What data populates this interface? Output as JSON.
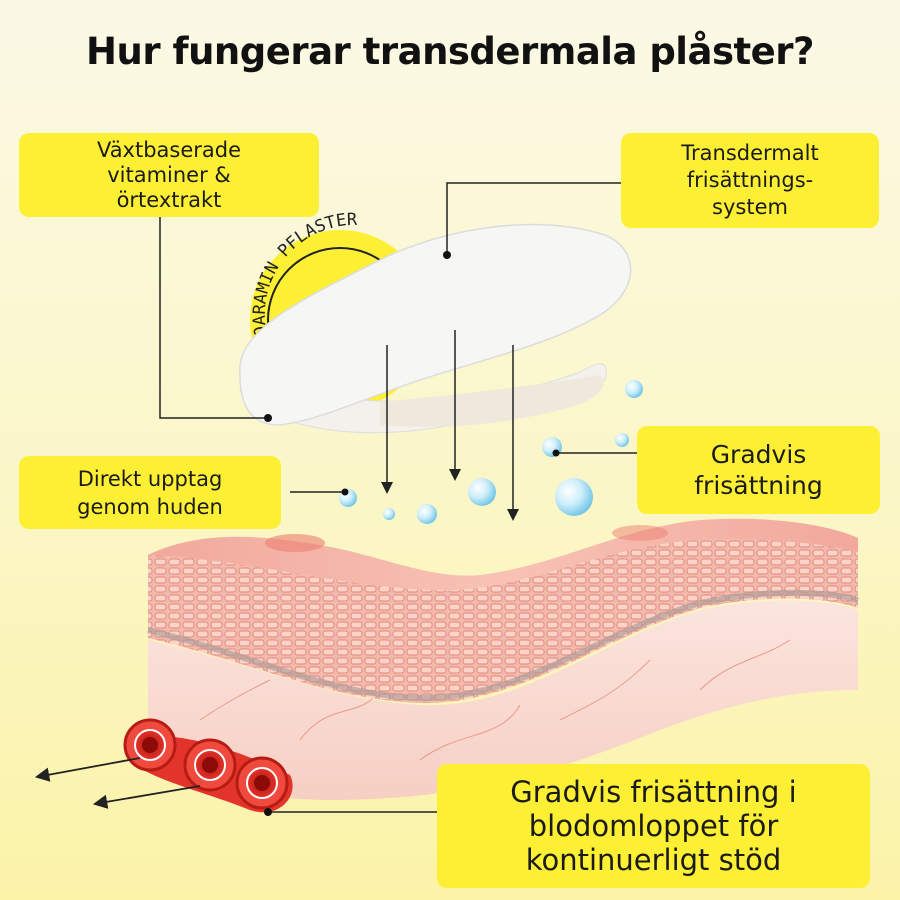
{
  "title": "Hur fungerar transdermala plåster?",
  "labels": {
    "ingredients": "Växtbaserade\nvitaminer &\nörtextrakt",
    "system": "Transdermalt\nfrisättnings-\nsystem",
    "absorb": "Direkt upptag\ngenom huden",
    "release": "Gradvis\nfrisättning",
    "blood": "Gradvis frisättning i\nblodomloppet för\nkontinuerligt stöd"
  },
  "patch": {
    "brand_text": "DOARAMIN PFLASTER"
  },
  "colors": {
    "label_bg": "#fdf034",
    "skin_top": "#f3b1a4",
    "skin_cells": "#e89a8c",
    "dermis": "#f9ddd5",
    "vessel": "#e3342b",
    "bubble": "#8fd3ee"
  }
}
